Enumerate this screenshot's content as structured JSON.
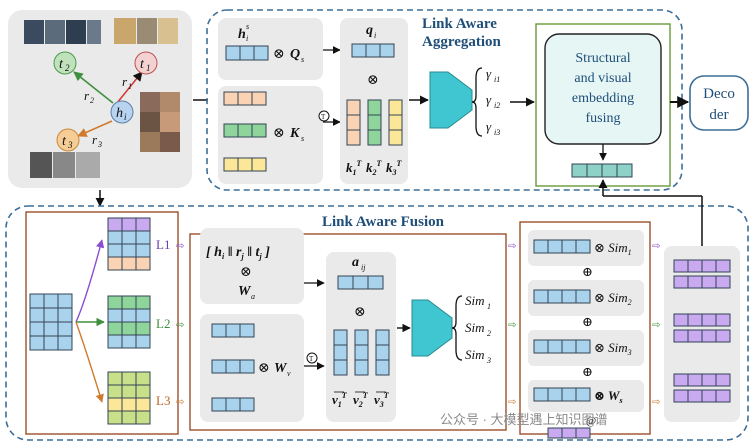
{
  "kg": {
    "head": "h",
    "head_sub": "i",
    "tails": [
      {
        "label": "t",
        "sub": "1"
      },
      {
        "label": "t",
        "sub": "2"
      },
      {
        "label": "t",
        "sub": "3"
      }
    ],
    "relations": [
      {
        "label": "r",
        "sub": "1"
      },
      {
        "label": "r",
        "sub": "2"
      },
      {
        "label": "r",
        "sub": "3"
      }
    ]
  },
  "aggregation": {
    "title_line1": "Link Aware",
    "title_line2": "Aggregation",
    "hs_label": "h",
    "hs_sub": "i",
    "hs_sup": "s",
    "times": "⊗",
    "qs": "Q",
    "qs_sub": "s",
    "ks": "K",
    "ks_sub": "s",
    "transpose": "T",
    "q_label": "q",
    "q_sub": "i",
    "k_labels": [
      "k1T",
      "k2T",
      "k3T"
    ],
    "gammas": [
      {
        "sym": "γ",
        "sub": "i1"
      },
      {
        "sym": "γ",
        "sub": "i2"
      },
      {
        "sym": "γ",
        "sub": "i3"
      }
    ],
    "fusing_lines": [
      "Structural",
      "and visual",
      "embedding",
      "fusing"
    ]
  },
  "decoder": {
    "line1": "Deco",
    "line2": "der"
  },
  "fusion": {
    "title": "Link Aware Fusion",
    "levels": [
      "L1",
      "L2",
      "L3"
    ],
    "concat": "[h",
    "wa": "W",
    "wa_sub": "a",
    "wv": "W",
    "wv_sub": "v",
    "a_label": "a",
    "a_sub": "ij",
    "v_labels": [
      "v1T",
      "v2T",
      "v3T"
    ],
    "sims": [
      {
        "label": "Sim",
        "sub": "1"
      },
      {
        "label": "Sim",
        "sub": "2"
      },
      {
        "label": "Sim",
        "sub": "3"
      }
    ],
    "ws": "W",
    "ws_sub": "s",
    "oplus": "⊕",
    "concat_op": "@"
  },
  "watermark": "公众号 · 大模型遇上知识图谱",
  "colors": {
    "blue": "#a9d2ec",
    "green": "#8fd49a",
    "orange": "#f9d3b4",
    "yellow": "#fbe797",
    "purple": "#c9a9f0",
    "teal": "#8ed1c6",
    "lime": "#c8e08a",
    "cyan_trap": "#3fc6d1",
    "panel": "#ececec",
    "dash": "#3c6e98",
    "fusion_border": "#9b4f2a",
    "fusing_border": "#6a9a3a"
  }
}
